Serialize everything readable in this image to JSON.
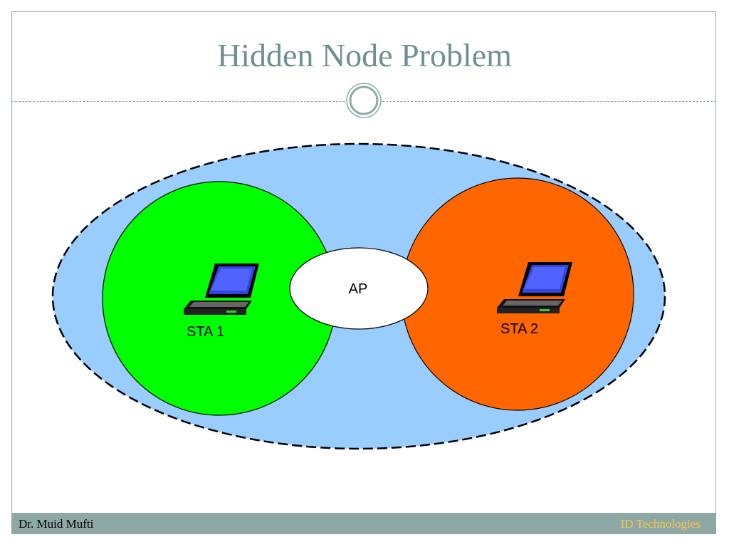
{
  "slide": {
    "title": "Hidden Node Problem"
  },
  "diagram": {
    "ap_label": "AP",
    "station_1_label": "STA 1",
    "station_2_label": "STA 2",
    "icons": {
      "station_1": "laptop-icon",
      "station_2": "laptop-icon",
      "divider": "ring-icon"
    }
  },
  "footer": {
    "author": "Dr. Muid Mufti",
    "organization": "ID Technologies"
  },
  "colors": {
    "title": "#6f8f93",
    "coverage_area": "#99ccff",
    "station_1_range": "#00ff00",
    "station_2_range": "#ff6600",
    "ap_fill": "#ffffff",
    "footer_bar": "#8ea8a6",
    "footer_brand": "#f2c84b"
  }
}
